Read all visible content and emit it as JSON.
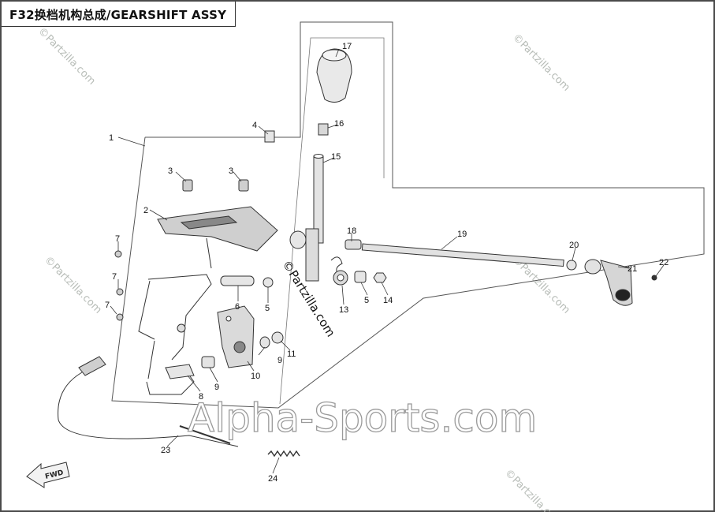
{
  "title": "F32换档机构总成/GEARSHIFT ASSY",
  "callouts": [
    "1",
    "2",
    "3",
    "3",
    "4",
    "5",
    "5",
    "6",
    "7",
    "7",
    "7",
    "8",
    "9",
    "9",
    "10",
    "11",
    "13",
    "14",
    "15",
    "16",
    "17",
    "18",
    "19",
    "20",
    "21",
    "22",
    "23",
    "24"
  ],
  "watermark_small": "©Partzilla.com",
  "watermark_main": "Alpha-Sports.com",
  "fwd_label": "FWD"
}
